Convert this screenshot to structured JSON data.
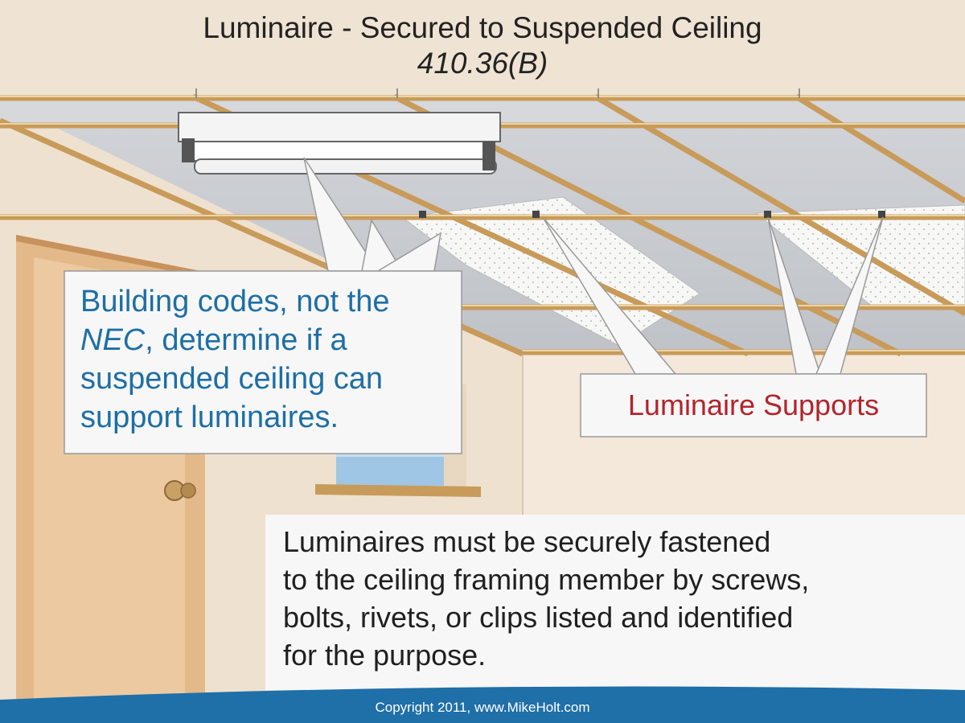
{
  "title": {
    "main": "Luminaire - Secured to Suspended Ceiling",
    "sub": "410.36(B)"
  },
  "callouts": {
    "codes": {
      "line1": "Building codes, not the",
      "nec": "NEC",
      "line2_rest": ", determine if a",
      "line3": "suspended ceiling can",
      "line4": "support luminaires."
    },
    "supports": "Luminaire Supports",
    "fasten": {
      "line1": "Luminaires must be securely fastened",
      "line2": "to the ceiling framing member by screws,",
      "line3": "bolts, rivets, or clips listed and identified",
      "line4": "for the purpose."
    }
  },
  "footer": {
    "copyright": "Copyright 2011, www.MikeHolt.com"
  },
  "colors": {
    "wall": "#efe3d3",
    "ceiling_tile": "#c9ccd1",
    "grid_rail": "#d8b27a",
    "footer_band": "#1f6fa9",
    "codes_text": "#1d6fa5",
    "supports_text": "#b3242c"
  }
}
